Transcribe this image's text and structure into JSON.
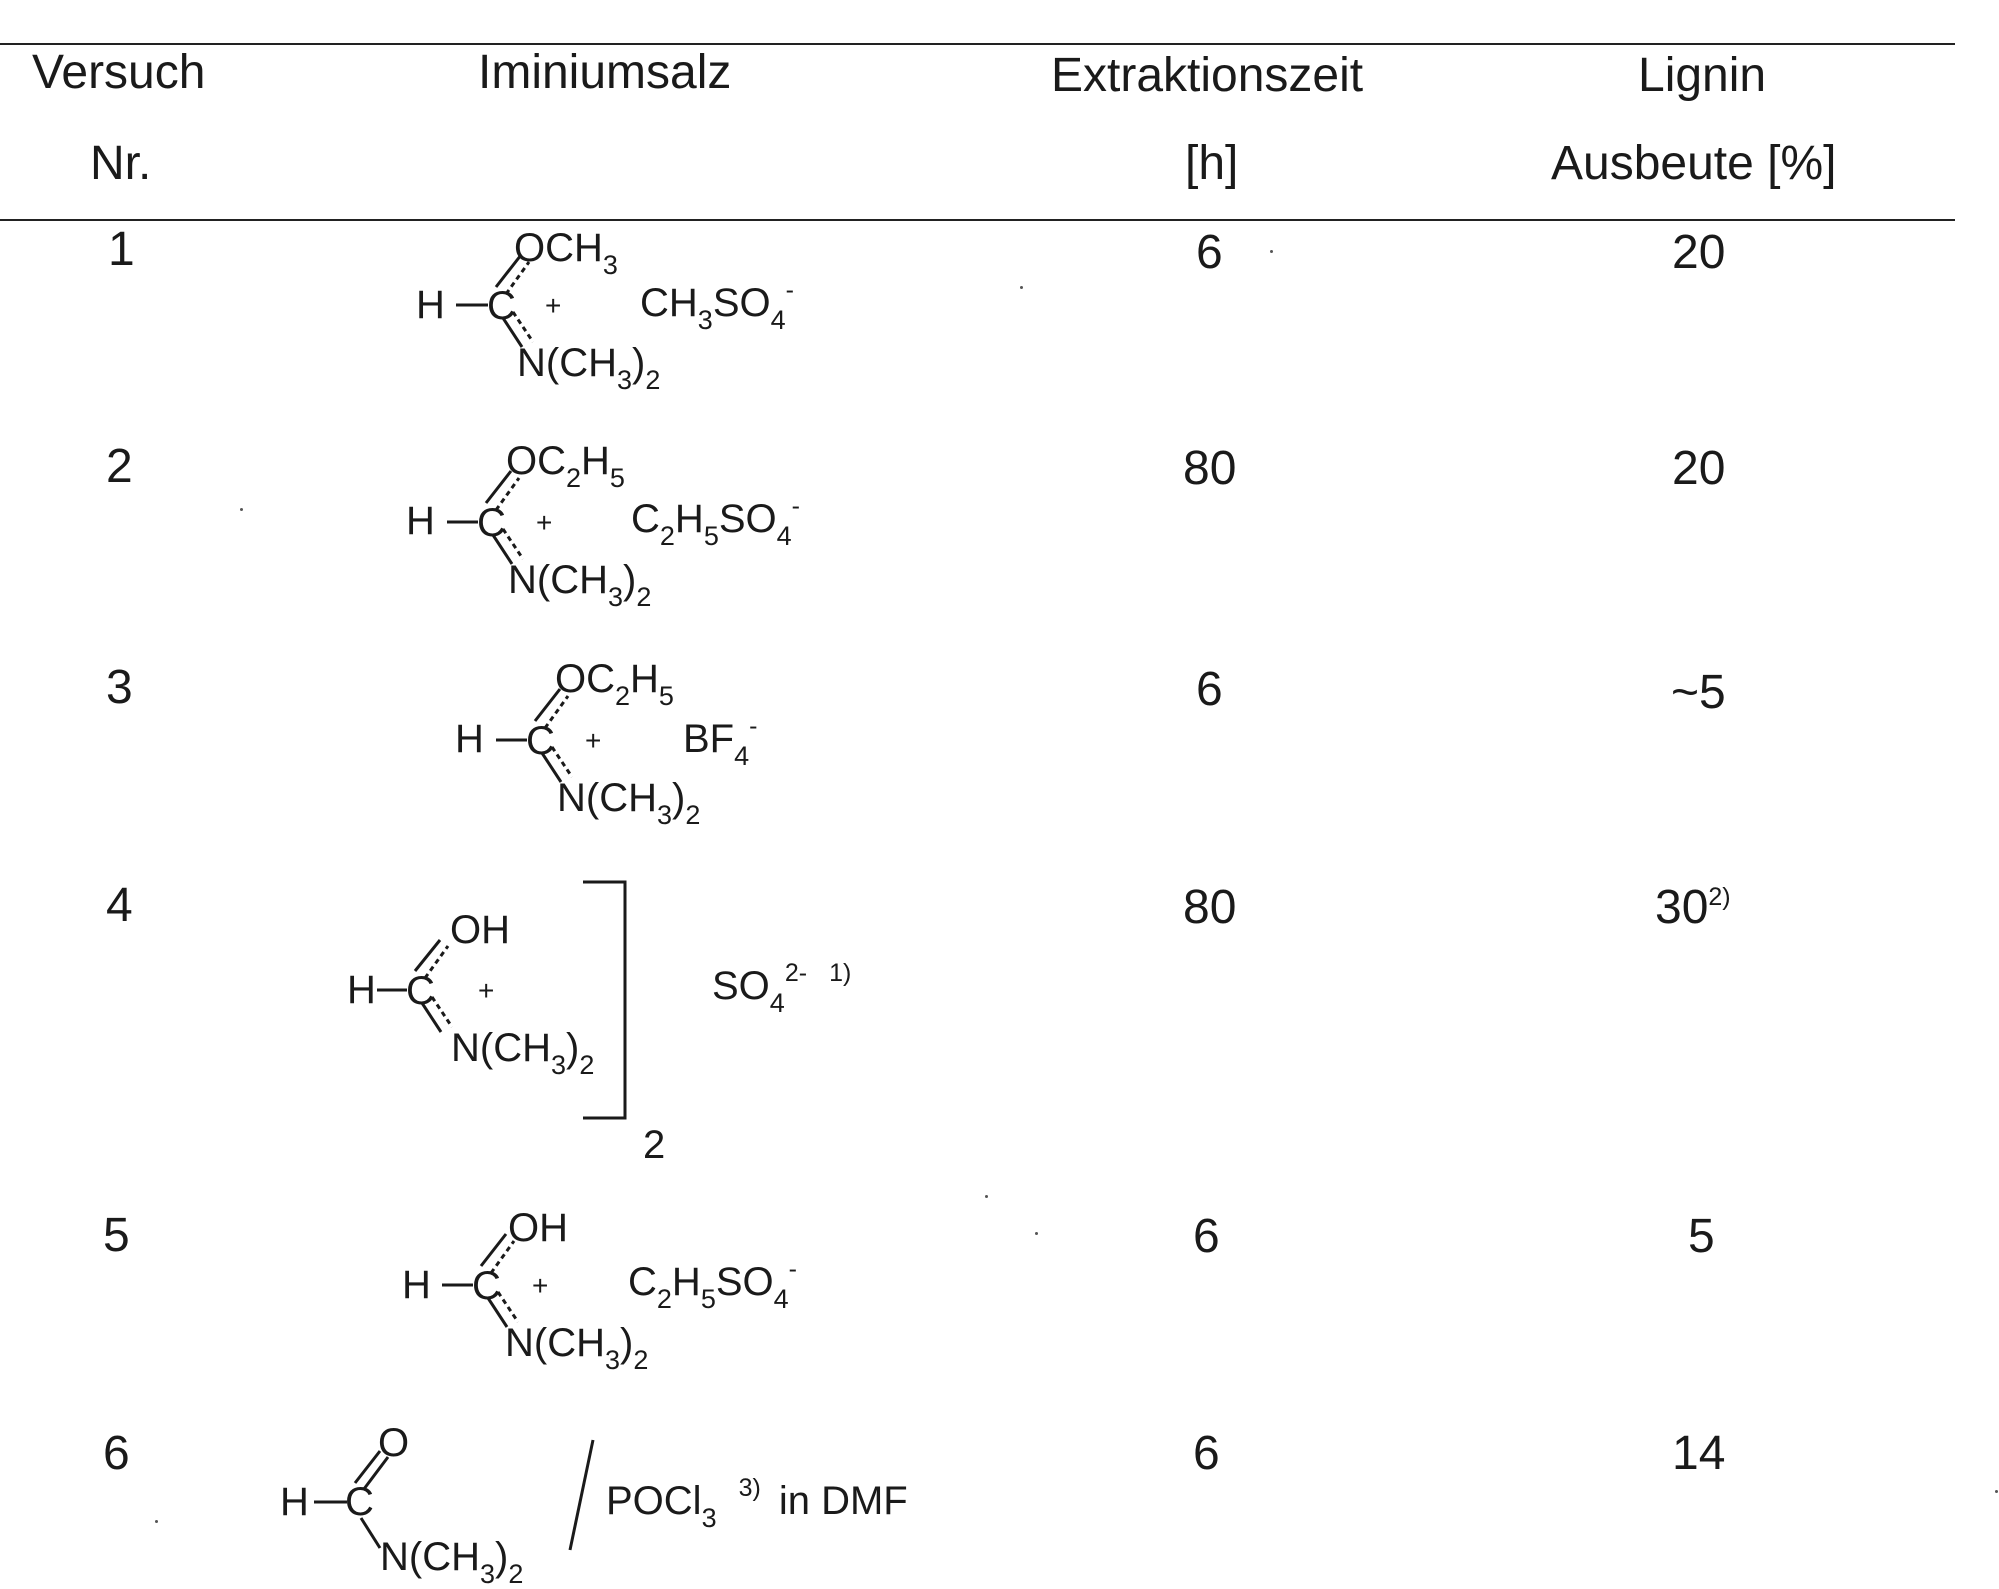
{
  "table": {
    "headers": {
      "versuch_line1": "Versuch",
      "versuch_line2": "Nr.",
      "iminium": "Iminiumsalz",
      "extraktion_line1": "Extraktionszeit",
      "extraktion_line2": "[h]",
      "lignin_line1": "Lignin",
      "lignin_line2": "Ausbeute [%]"
    },
    "rows": [
      {
        "nr": "1",
        "time": "6",
        "yield": "20",
        "salt": {
          "top_group": "OCH",
          "top_sub": "3",
          "left": "H",
          "center": "C",
          "plus": "+",
          "anion": "CH",
          "anion_sub1": "3",
          "anion_rest": "SO",
          "anion_sub2": "4",
          "anion_sup": "-",
          "amine": "N(CH",
          "amine_sub": "3",
          "amine_close": ")",
          "amine_sub2": "2"
        }
      },
      {
        "nr": "2",
        "time": "80",
        "yield": "20",
        "salt": {
          "top_group": "OC",
          "top_sub1": "2",
          "top_mid": "H",
          "top_sub2": "5",
          "left": "H",
          "center": "C",
          "plus": "+",
          "anion": "C",
          "anion_sub1": "2",
          "anion_mid": "H",
          "anion_sub2": "5",
          "anion_rest": "SO",
          "anion_sub3": "4",
          "anion_sup": "-",
          "amine": "N(CH",
          "amine_sub": "3",
          "amine_close": ")",
          "amine_sub2": "2"
        }
      },
      {
        "nr": "3",
        "time": "6",
        "yield": "~5",
        "salt": {
          "top_group": "OC",
          "top_sub1": "2",
          "top_mid": "H",
          "top_sub2": "5",
          "left": "H",
          "center": "C",
          "plus": "+",
          "anion": "BF",
          "anion_sub": "4",
          "anion_sup": "-",
          "amine": "N(CH",
          "amine_sub": "3",
          "amine_close": ")",
          "amine_sub2": "2"
        }
      },
      {
        "nr": "4",
        "time": "80",
        "yield": "30",
        "yield_note": "2)",
        "salt": {
          "top_group": "OH",
          "left": "H",
          "center": "C",
          "plus": "+",
          "amine": "N(CH",
          "amine_sub": "3",
          "amine_close": ")",
          "amine_sub2": "2",
          "bracket_sub": "2",
          "anion": "SO",
          "anion_sub": "4",
          "anion_sup": "2-",
          "anion_note": "1)"
        }
      },
      {
        "nr": "5",
        "time": "6",
        "yield": "5",
        "salt": {
          "top_group": "OH",
          "left": "H",
          "center": "C",
          "plus": "+",
          "anion": "C",
          "anion_sub1": "2",
          "anion_mid": "H",
          "anion_sub2": "5",
          "anion_rest": "SO",
          "anion_sub3": "4",
          "anion_sup": "-",
          "amine": "N(CH",
          "amine_sub": "3",
          "amine_close": ")",
          "amine_sub2": "2"
        }
      },
      {
        "nr": "6",
        "time": "6",
        "yield": "14",
        "salt": {
          "top_group": "O",
          "left": "H",
          "center": "C",
          "amine": "N(CH",
          "amine_sub": "3",
          "amine_close": ")",
          "amine_sub2": "2",
          "reagent": "POCl",
          "reagent_sub": "3",
          "reagent_note": "3)",
          "solvent": "in DMF"
        }
      }
    ]
  }
}
